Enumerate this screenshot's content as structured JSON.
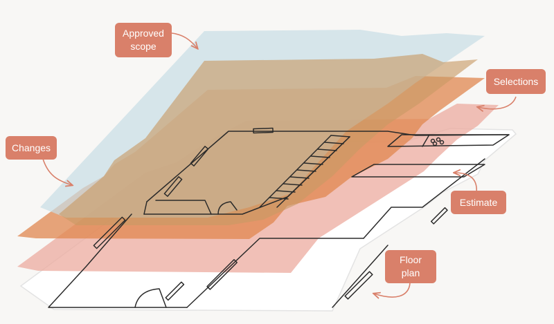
{
  "labels": {
    "approved_scope": "Approved\nscope",
    "selections": "Selections",
    "changes": "Changes",
    "estimate": "Estimate",
    "floor_plan": "Floor\nplan"
  },
  "colors": {
    "background": "#f8f7f5",
    "approved_scope_layer": "#c8dde6",
    "selections_layer": "#d9a873",
    "changes_layer": "#e0874f",
    "estimate_layer": "#ecab9f",
    "floor_plan_layer": "#ffffff",
    "tag": "#d9806a",
    "line": "#2a2a2a"
  }
}
